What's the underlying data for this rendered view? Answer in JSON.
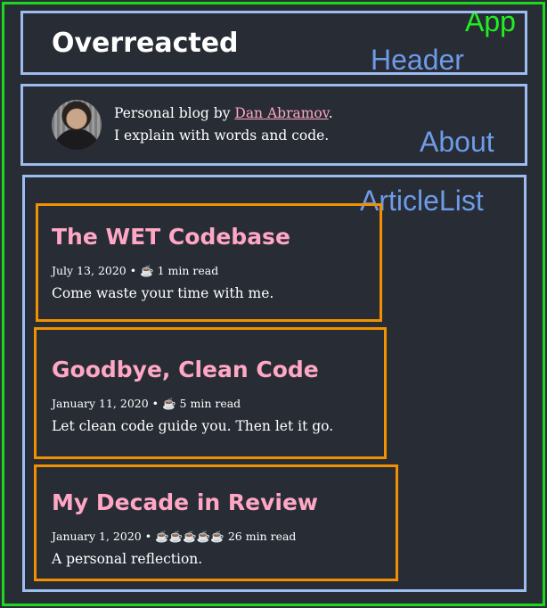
{
  "labels": {
    "app": "App",
    "header": "Header",
    "about": "About",
    "article_list": "ArticleList"
  },
  "header": {
    "title": "Overreacted"
  },
  "about": {
    "bio_prefix": "Personal blog by ",
    "author": "Dan Abramov",
    "bio_suffix": ".",
    "tagline": "I explain with words and code."
  },
  "articles": [
    {
      "title": "The WET Codebase",
      "meta": "July 13, 2020 • ☕️ 1 min read",
      "excerpt": "Come waste your time with me."
    },
    {
      "title": "Goodbye, Clean Code",
      "meta": "January 11, 2020 • ☕️ 5 min read",
      "excerpt": "Let clean code guide you. Then let it go."
    },
    {
      "title": "My Decade in Review",
      "meta": "January 1, 2020 • ☕️☕️☕️☕️☕️ 26 min read",
      "excerpt": "A personal reflection."
    }
  ],
  "colors": {
    "background": "#282c35",
    "app_border": "#1fd61f",
    "component_border": "#9dbcf0",
    "article_border": "#f29100",
    "accent": "#ffa7c4"
  }
}
